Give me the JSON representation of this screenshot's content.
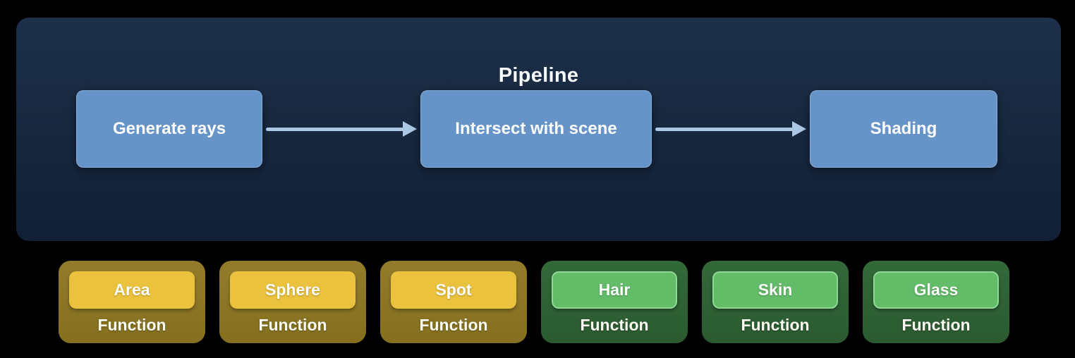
{
  "pipeline": {
    "title": "Pipeline",
    "steps": [
      {
        "label": "Generate rays"
      },
      {
        "label": "Intersect with scene"
      },
      {
        "label": "Shading"
      }
    ]
  },
  "functions": {
    "sublabel": "Function",
    "cards": [
      {
        "label": "Area",
        "theme": "gold"
      },
      {
        "label": "Sphere",
        "theme": "gold"
      },
      {
        "label": "Spot",
        "theme": "gold"
      },
      {
        "label": "Hair",
        "theme": "green"
      },
      {
        "label": "Skin",
        "theme": "green"
      },
      {
        "label": "Glass",
        "theme": "green"
      }
    ]
  },
  "colors": {
    "background": "#000000",
    "panel": "#17273e",
    "step_box": "#6694c8",
    "arrow": "#aac7e4",
    "gold_card": "#8a7323",
    "gold_chip": "#eac23d",
    "green_card": "#2e6034",
    "green_chip": "#62bc68",
    "text": "#ffffff"
  }
}
